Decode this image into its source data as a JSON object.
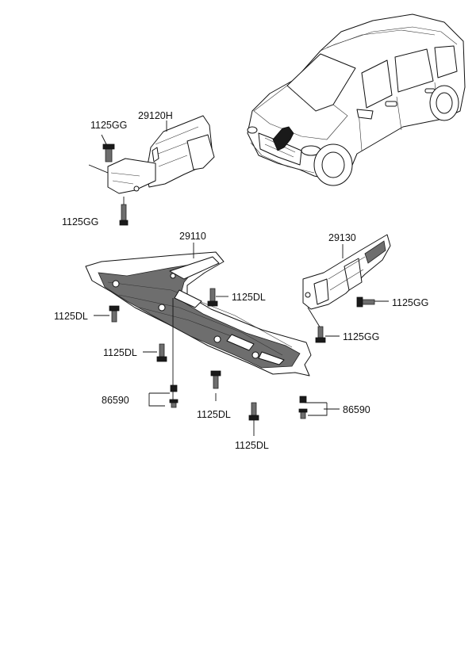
{
  "labels": {
    "l_29120H": "29120H",
    "l_1125GG_a": "1125GG",
    "l_1125GG_b": "1125GG",
    "l_29110": "29110",
    "l_1125DL_a": "1125DL",
    "l_1125DL_b": "1125DL",
    "l_1125DL_c": "1125DL",
    "l_1125DL_d": "1125DL",
    "l_1125DL_e": "1125DL",
    "l_86590_a": "86590",
    "l_86590_b": "86590",
    "l_29130": "29130",
    "l_1125GG_c": "1125GG",
    "l_1125GG_d": "1125GG"
  }
}
